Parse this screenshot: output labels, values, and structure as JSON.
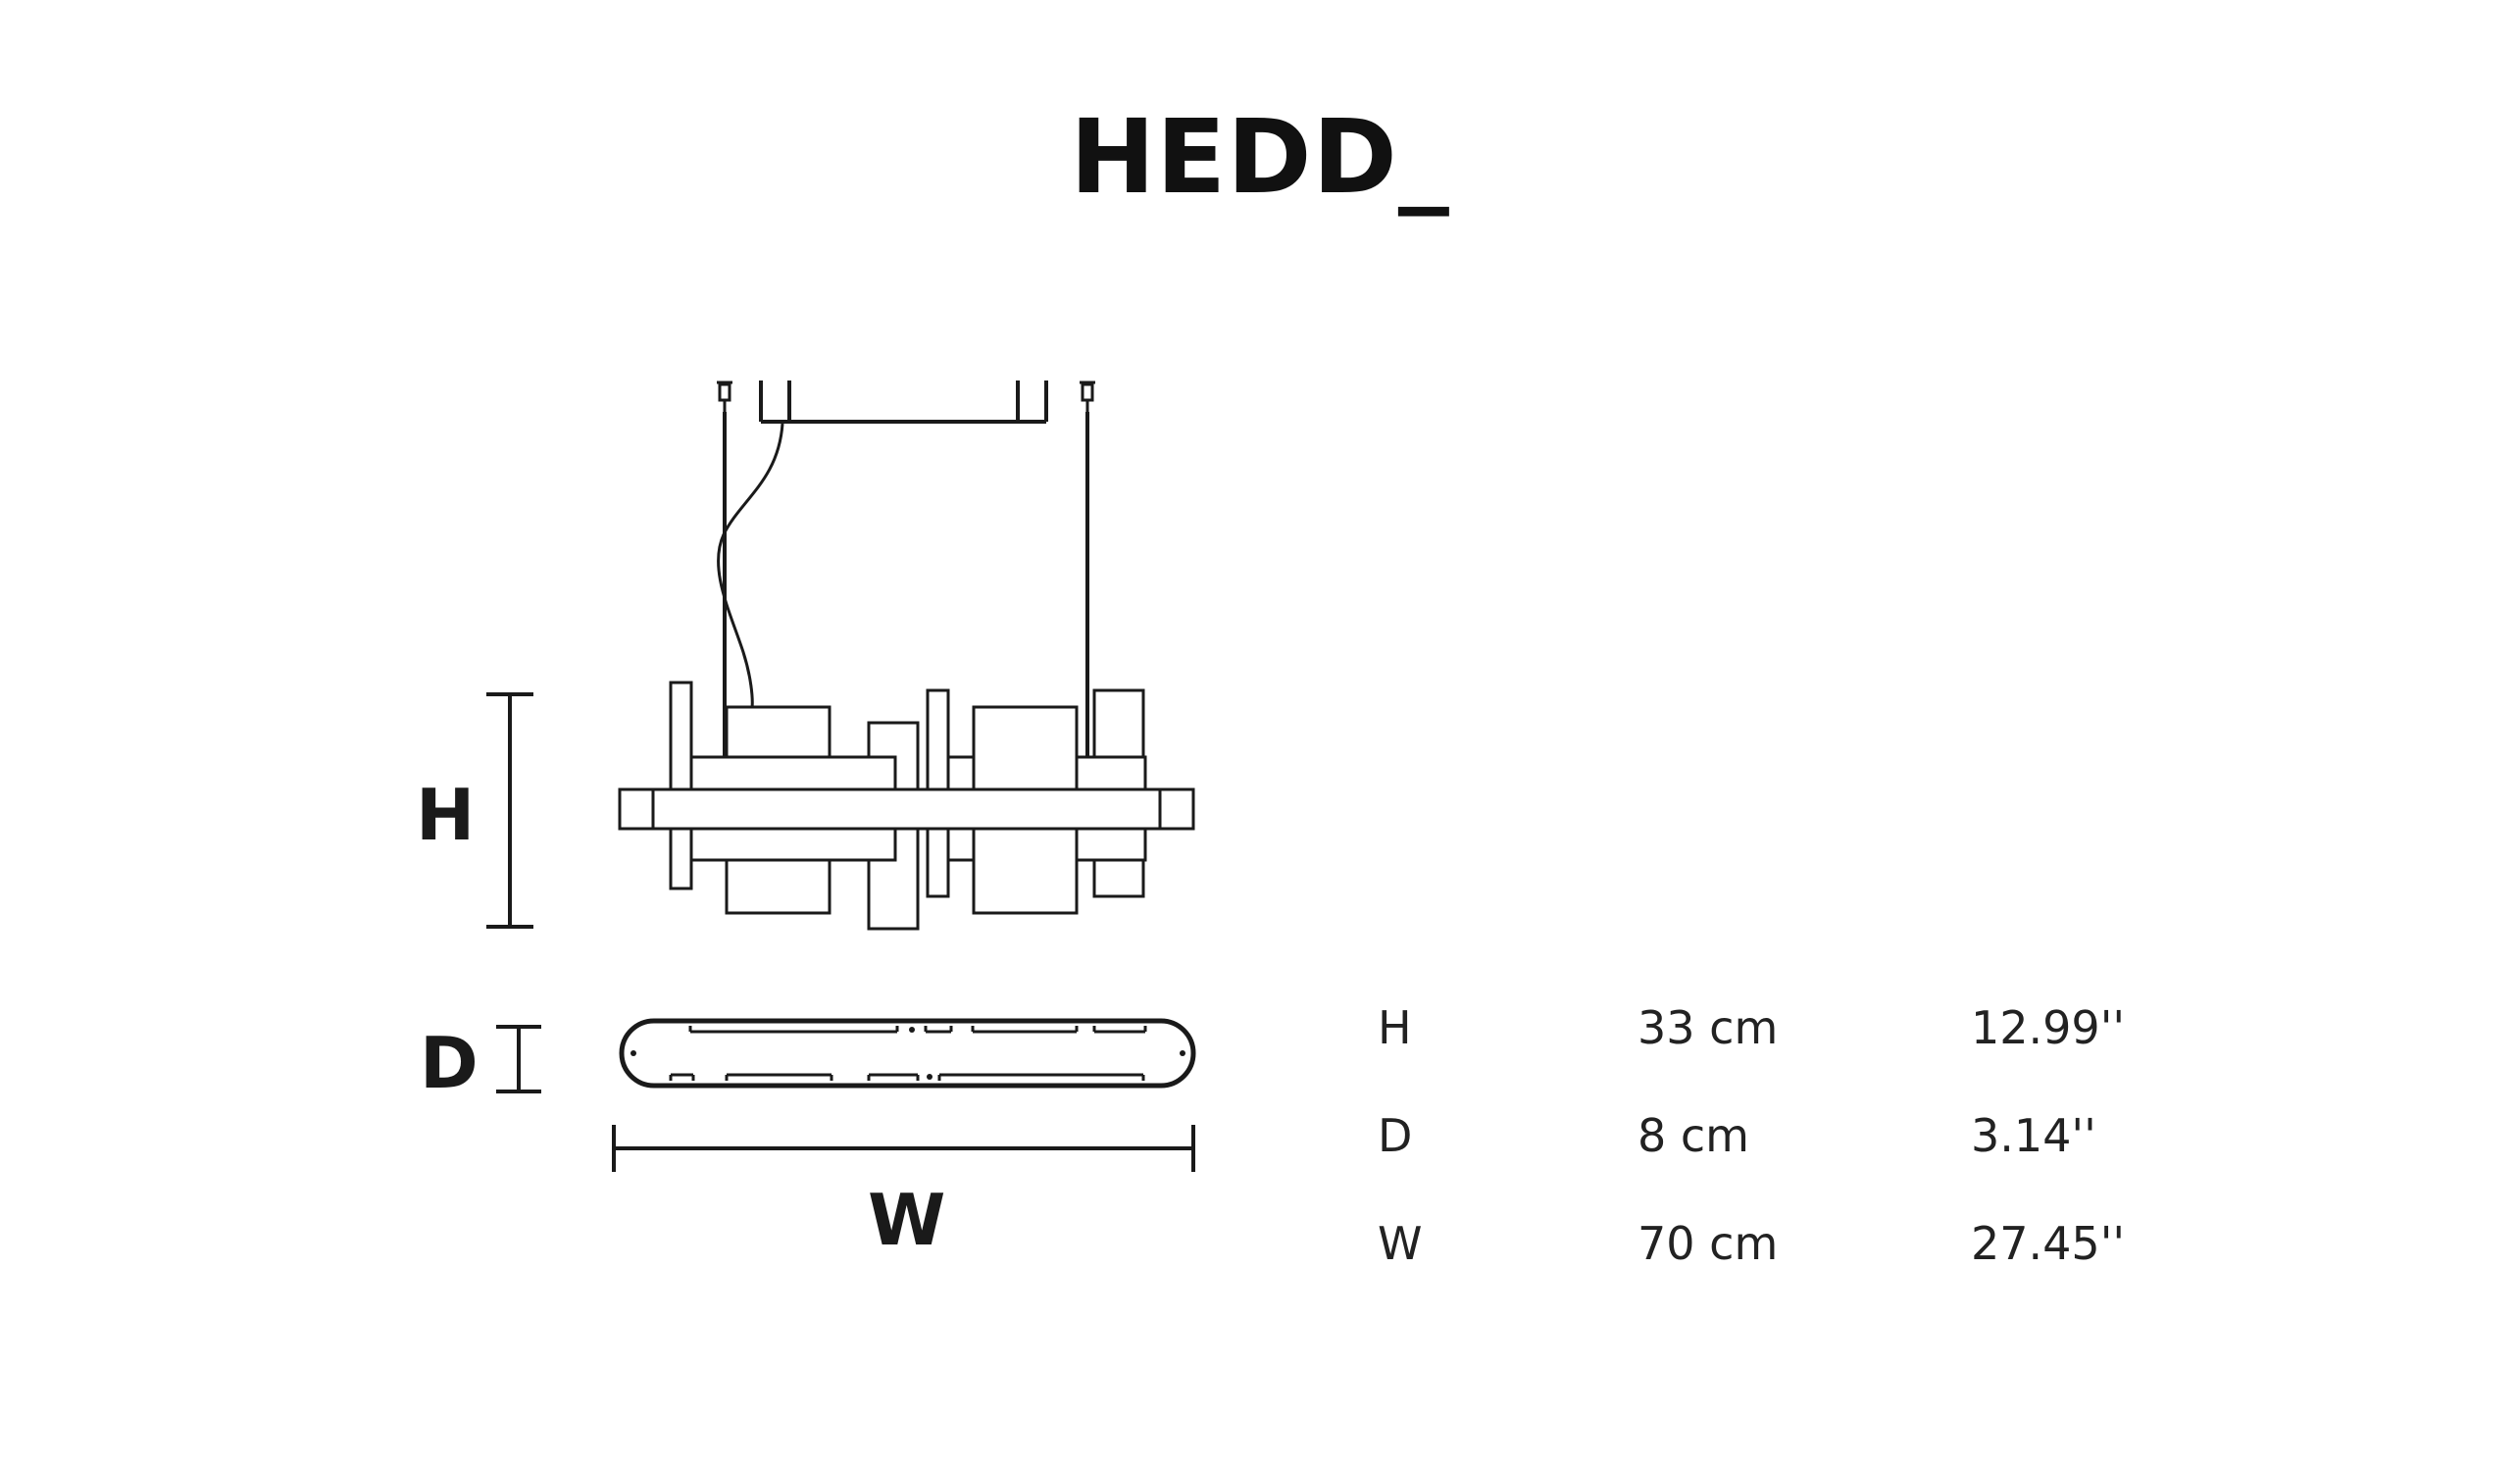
{
  "product": {
    "name": "HEDD_"
  },
  "dimension_labels": {
    "height": "H",
    "depth": "D",
    "width": "W"
  },
  "specs": [
    {
      "label": "H",
      "metric": "33 cm",
      "imperial": "12.99''"
    },
    {
      "label": "D",
      "metric": "8 cm",
      "imperial": "3.14''"
    },
    {
      "label": "W",
      "metric": "70 cm",
      "imperial": "27.45''"
    }
  ],
  "colors": {
    "line": "#1a1a1a",
    "text": "#111111"
  }
}
